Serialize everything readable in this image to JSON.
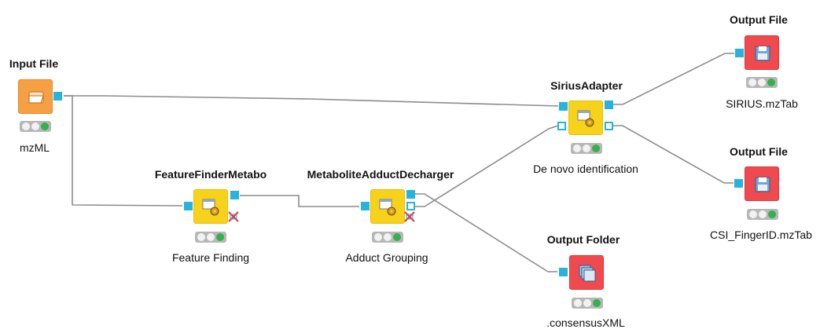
{
  "workflow": {
    "nodes": [
      {
        "id": "input-file",
        "title": "Input File",
        "caption": "mzML",
        "kind": "input",
        "color": "#f5a043",
        "icon": "folder-open-icon"
      },
      {
        "id": "feature-finder",
        "title": "FeatureFinderMetabo",
        "caption": "Feature Finding",
        "kind": "tool",
        "color": "#f7d21a",
        "icon": "gear-window-icon"
      },
      {
        "id": "adduct-decharger",
        "title": "MetaboliteAdductDecharger",
        "caption": "Adduct Grouping",
        "kind": "tool",
        "color": "#f7d21a",
        "icon": "gear-window-icon"
      },
      {
        "id": "sirius-adapter",
        "title": "SiriusAdapter",
        "caption": "De novo identification",
        "kind": "tool",
        "color": "#f7d21a",
        "icon": "gear-window-icon"
      },
      {
        "id": "output-sirius",
        "title": "Output File",
        "caption": "SIRIUS.mzTab",
        "kind": "output",
        "color": "#f04a4f",
        "icon": "floppy-disk-icon"
      },
      {
        "id": "output-csi",
        "title": "Output File",
        "caption": "CSI_FingerID.mzTab",
        "kind": "output",
        "color": "#f04a4f",
        "icon": "floppy-disk-icon"
      },
      {
        "id": "output-folder",
        "title": "Output Folder",
        "caption": ".consensusXML",
        "kind": "output",
        "color": "#f04a4f",
        "icon": "folder-stack-icon"
      }
    ],
    "status_light_colors": {
      "off": "#f2f2f2",
      "on": "#33b14a",
      "housing": "#b7b7b7"
    },
    "port_color": "#27b3db",
    "edge_color": "#8c8c8c"
  }
}
